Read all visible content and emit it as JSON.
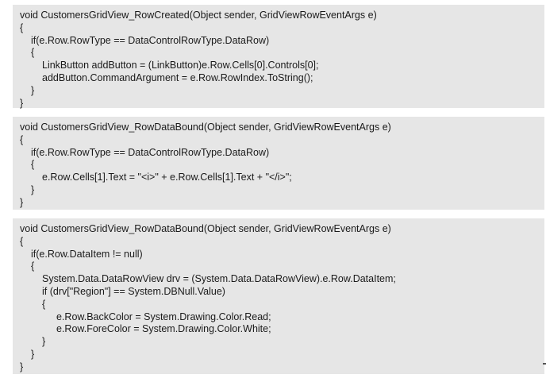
{
  "code_blocks": [
    {
      "lines": [
        {
          "indent": 0,
          "text": "void CustomersGridView_RowCreated(Object sender, GridViewRowEventArgs e)"
        },
        {
          "indent": 0,
          "text": "{"
        },
        {
          "indent": 1,
          "text": "if(e.Row.RowType == DataControlRowType.DataRow)"
        },
        {
          "indent": 1,
          "text": "{"
        },
        {
          "indent": 2,
          "text": "LinkButton addButton = (LinkButton)e.Row.Cells[0].Controls[0];"
        },
        {
          "indent": 2,
          "text": "addButton.CommandArgument = e.Row.RowIndex.ToString();"
        },
        {
          "indent": 1,
          "text": "}"
        },
        {
          "indent": 0,
          "text": "}"
        }
      ]
    },
    {
      "lines": [
        {
          "indent": 0,
          "text": "void CustomersGridView_RowDataBound(Object sender, GridViewRowEventArgs e)"
        },
        {
          "indent": 0,
          "text": "{"
        },
        {
          "indent": 1,
          "text": "if(e.Row.RowType == DataControlRowType.DataRow)"
        },
        {
          "indent": 1,
          "text": "{"
        },
        {
          "indent": 2,
          "text": "e.Row.Cells[1].Text = \"<i>\" + e.Row.Cells[1].Text + \"</i>\";"
        },
        {
          "indent": 1,
          "text": "}"
        },
        {
          "indent": 0,
          "text": "}"
        }
      ]
    },
    {
      "lines": [
        {
          "indent": 0,
          "text": "void CustomersGridView_RowDataBound(Object sender, GridViewRowEventArgs e)"
        },
        {
          "indent": 0,
          "text": "{"
        },
        {
          "indent": 1,
          "text": "if(e.Row.DataItem != null)"
        },
        {
          "indent": 1,
          "text": "{"
        },
        {
          "indent": 2,
          "text": "System.Data.DataRowView drv = (System.Data.DataRowView).e.Row.DataItem;"
        },
        {
          "indent": 2,
          "text": "if (drv[\"Region\"] == System.DBNull.Value)"
        },
        {
          "indent": 2,
          "text": "{"
        },
        {
          "indent": 3,
          "text": "e.Row.BackColor = System.Drawing.Color.Read;"
        },
        {
          "indent": 3,
          "text": "e.Row.ForeColor = System.Drawing.Color.White;"
        },
        {
          "indent": 2,
          "text": "}"
        },
        {
          "indent": 1,
          "text": "}"
        },
        {
          "indent": 0,
          "text": "}"
        }
      ]
    }
  ],
  "colors": {
    "block_background": "#e6e6e6",
    "text": "#1a1a1a",
    "page_background": "#ffffff"
  }
}
